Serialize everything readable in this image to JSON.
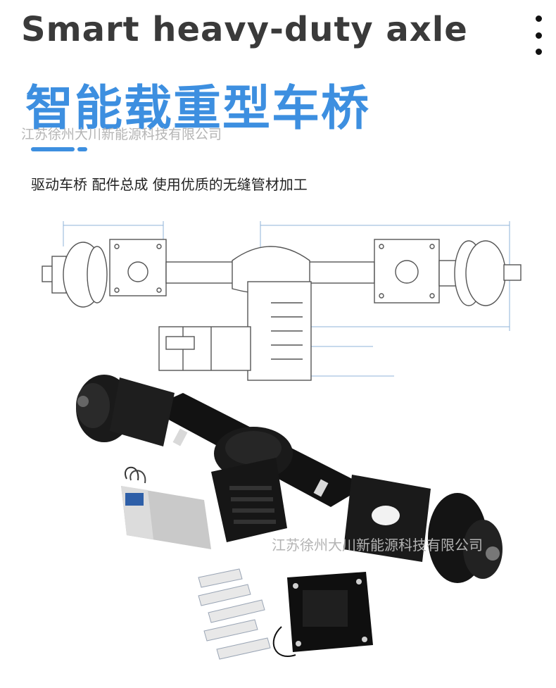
{
  "header": {
    "title_en": "Smart heavy-duty axle",
    "title_cn": "智能载重型车桥",
    "watermark": "江苏徐州大川新能源科技有限公司",
    "subtitle": "驱动车桥 配件总成 使用优质的无缝管材加工"
  },
  "figure": {
    "watermark": "江苏徐州大川新能源科技有限公司"
  },
  "colors": {
    "accent_blue": "#3d8fe0",
    "title_gray": "#3a3a3a",
    "watermark_gray": "#b5b5b5"
  },
  "icons": {
    "menu": "more-vertical-icon"
  }
}
